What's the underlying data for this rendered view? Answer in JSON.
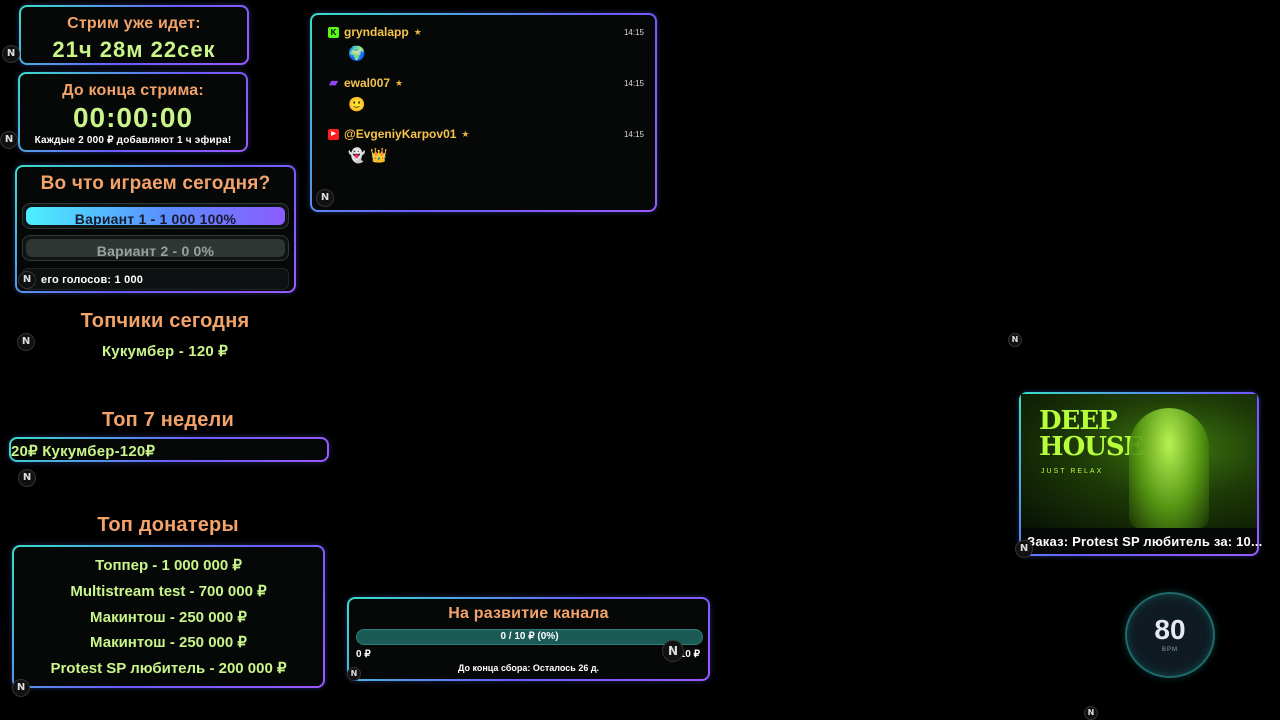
{
  "stream_running": {
    "label": "Стрим уже идет:",
    "value": "21ч 28м 22сек"
  },
  "stream_end": {
    "label": "До конца стрима:",
    "value": "00:00:00",
    "note": "Каждые 2 000 ₽ добавляют 1 ч эфира!"
  },
  "poll": {
    "title": "Во что играем сегодня?",
    "options": [
      {
        "label": "Вариант 1 - 1 000  100%",
        "percent": 100
      },
      {
        "label": "Вариант 2 - 0  0%",
        "percent": 0
      }
    ],
    "total": "его голосов: 1 000"
  },
  "top_today": {
    "title": "Топчики сегодня",
    "line": "Кукумбер - 120 ₽"
  },
  "top_week": {
    "title": "Топ 7 недели",
    "ticker": "20₽  Кукумбер-120₽"
  },
  "top_donors": {
    "title": "Топ донатеры",
    "items": [
      "Топпер - 1 000 000 ₽",
      "Multistream test - 700 000 ₽",
      "Макинтош - 250 000 ₽",
      "Макинтош - 250 000 ₽",
      "Protest SP любитель - 200 000 ₽"
    ]
  },
  "chat": {
    "messages": [
      {
        "platform": "kick",
        "platform_icon": "K",
        "user": "gryndalapp",
        "time": "14:15",
        "emotes": [
          "🌍"
        ]
      },
      {
        "platform": "twitch",
        "platform_icon": "▰",
        "user": "ewal007",
        "time": "14:15",
        "emotes": [
          "🙂"
        ]
      },
      {
        "platform": "youtube",
        "platform_icon": "▶",
        "user": "@EvgeniyKarpov01",
        "time": "14:15",
        "emotes": [
          "👻",
          "👑"
        ]
      }
    ]
  },
  "music": {
    "cover_title_1": "DEEP",
    "cover_title_2": "HOUSE",
    "cover_subtitle": "JUST RELAX",
    "caption": "Заказ: Protest SP любитель за: 10..."
  },
  "goal": {
    "title": "На развитие канала",
    "progress_text": "0 / 10 ₽ (0%)",
    "progress": 0,
    "min": "0 ₽",
    "max": "10 ₽",
    "remaining": "До конца сбора: Осталось 26 д."
  },
  "bpm": {
    "value": "80",
    "unit": "BPM"
  },
  "badge": {
    "letter": "N"
  },
  "colors": {
    "accent_orange": "#f3a36a",
    "accent_green": "#c9f58a",
    "border_cyan": "#36e0c8",
    "border_purple": "#8b5cff"
  }
}
